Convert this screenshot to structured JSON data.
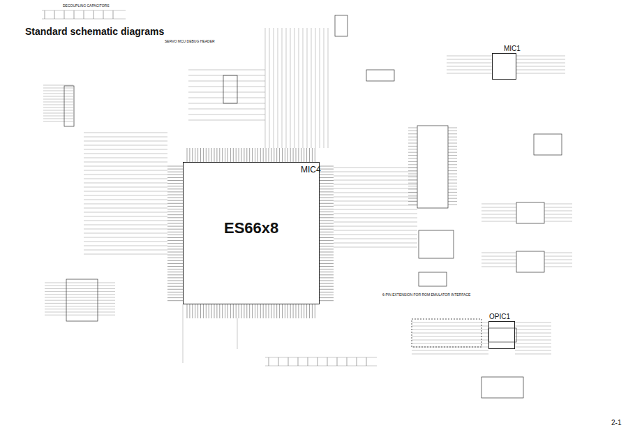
{
  "diagram": {
    "title": "Standard schematic diagrams",
    "nodes": [
      {
        "text": [
          "MIC4",
          "ES66x8"
        ]
      },
      {
        "text": [
          "MIC1"
        ]
      },
      {
        "text": [
          "OPIC1"
        ]
      }
    ],
    "labels": [
      "2-1",
      "SERVO MCU DEBUG HEADER",
      "6-PIN EXTENSION FOR ROM EMULATOR INTERFACE",
      "DECOUPLING CAPACITORS"
    ]
  }
}
